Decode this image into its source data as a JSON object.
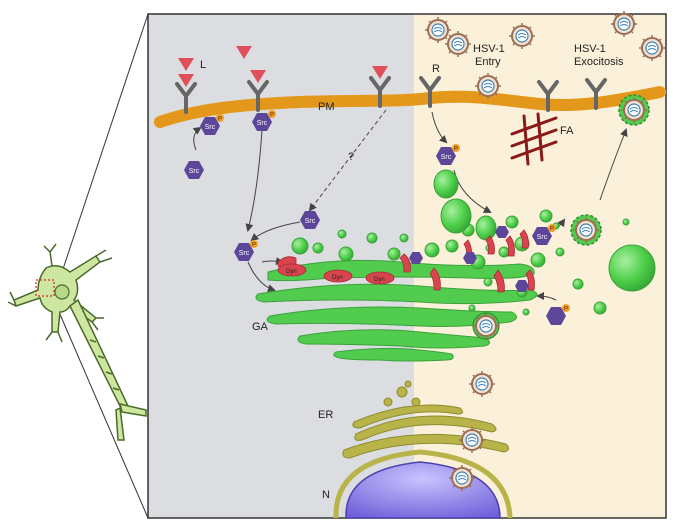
{
  "labels": {
    "ligand": "L",
    "plasma_membrane": "PM",
    "receptor": "R",
    "hsv_entry_line1": "HSV-1",
    "hsv_entry_line2": "Entry",
    "hsv_exo_line1": "HSV-1",
    "hsv_exo_line2": "Exocitosis",
    "focal_adhesion": "FA",
    "unknown_pathway": "?",
    "golgi": "GA",
    "er": "ER",
    "nucleus": "N"
  },
  "molecules": {
    "src": "Src",
    "dyn": "Dyn",
    "phospho": "P"
  },
  "colors": {
    "left_panel": "#dcdde1",
    "right_panel": "#fbf1da",
    "membrane": "#f0a92c",
    "receptor": "#666666",
    "ligand": "#e0505a",
    "src": "#5b4699",
    "phospho": "#f0a02a",
    "golgi": "#52cc4e",
    "dynamin": "#d9454f",
    "er": "#b8b44a",
    "nucleus": "#7b6fe0",
    "focal_adhesion": "#8a1a1a",
    "neuron": "#cde6a0"
  }
}
